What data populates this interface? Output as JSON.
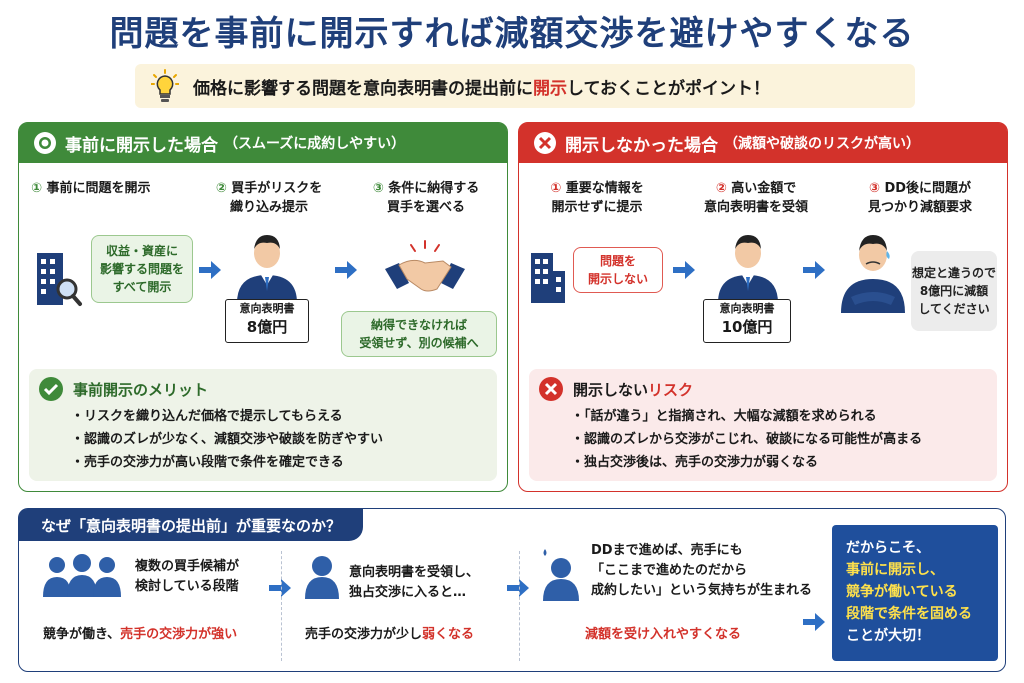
{
  "title": "問題を事前に開示すれば減額交渉を避けやすくなる",
  "tip": {
    "pre": "価格に影響する問題を意向表明書の提出前に",
    "highlight": "開示",
    "post": "しておくことがポイント！"
  },
  "left_panel": {
    "header": "事前に開示した場合",
    "header_sub": "（スムーズに成約しやすい）",
    "steps": [
      {
        "num": "①",
        "line1": "事前に問題を開示",
        "line2": ""
      },
      {
        "num": "②",
        "line1": "買手がリスクを",
        "line2": "織り込み提示"
      },
      {
        "num": "③",
        "line1": "条件に納得する",
        "line2": "買手を選べる"
      }
    ],
    "bubble1": [
      "収益・資産に",
      "影響する問題を",
      "すべて開示"
    ],
    "sign": {
      "label": "意向表明書",
      "amount": "8億円"
    },
    "bubble2": [
      "納得できなければ",
      "受領せず、別の候補へ"
    ],
    "merit_title": "事前開示のメリット",
    "merits": [
      "リスクを織り込んだ価格で提示してもらえる",
      "認識のズレが少なく、減額交渉や破談を防ぎやすい",
      "売手の交渉力が高い段階で条件を確定できる"
    ]
  },
  "right_panel": {
    "header": "開示しなかった場合",
    "header_sub": "（減額や破談のリスクが高い）",
    "steps": [
      {
        "num": "①",
        "line1": "重要な情報を",
        "line2": "開示せずに提示"
      },
      {
        "num": "②",
        "line1": "高い金額で",
        "line2": "意向表明書を受領"
      },
      {
        "num": "③",
        "line1": "DD後に問題が",
        "line2": "見つかり減額要求"
      }
    ],
    "bubble1": [
      "問題を",
      "開示しない"
    ],
    "sign": {
      "label": "意向表明書",
      "amount": "10億円"
    },
    "bubble2": [
      "想定と違うので",
      "8億円に減額",
      "してください"
    ],
    "risk_title_pre": "開示しない",
    "risk_title_hl": "リスク",
    "risks": [
      "「話が違う」と指摘され、大幅な減額を求められる",
      "認識のズレから交渉がこじれ、破談になる可能性が高まる",
      "独占交渉後は、売手の交渉力が弱くなる"
    ]
  },
  "bottom": {
    "header": "なぜ「意向表明書の提出前」が重要なのか？",
    "col1": {
      "line1": "複数の買手候補が",
      "line2": "検討している段階",
      "foot_pre": "競争が働き、",
      "foot_hl": "売手の交渉力が強い"
    },
    "col2": {
      "line1": "意向表明書を受領し、",
      "line2": "独占交渉に入ると…",
      "foot_pre": "売手の交渉力が少し",
      "foot_hl": "弱くなる"
    },
    "col3": {
      "line1": "DDまで進めば、売手にも",
      "line2": "「ここまで進めたのだから",
      "line3": "成約したい」という気持ちが生まれる",
      "foot_hl": "減額を受け入れやすくなる"
    },
    "final": {
      "l1": "だからこそ、",
      "l2": "事前に開示し、",
      "l3": "競争が働いている",
      "l4": "段階で条件を固める",
      "l5": "ことが大切！"
    }
  },
  "colors": {
    "navy": "#1f3f7a",
    "green": "#3f8a3a",
    "red": "#d3322b",
    "yellow": "#ffe14b"
  }
}
